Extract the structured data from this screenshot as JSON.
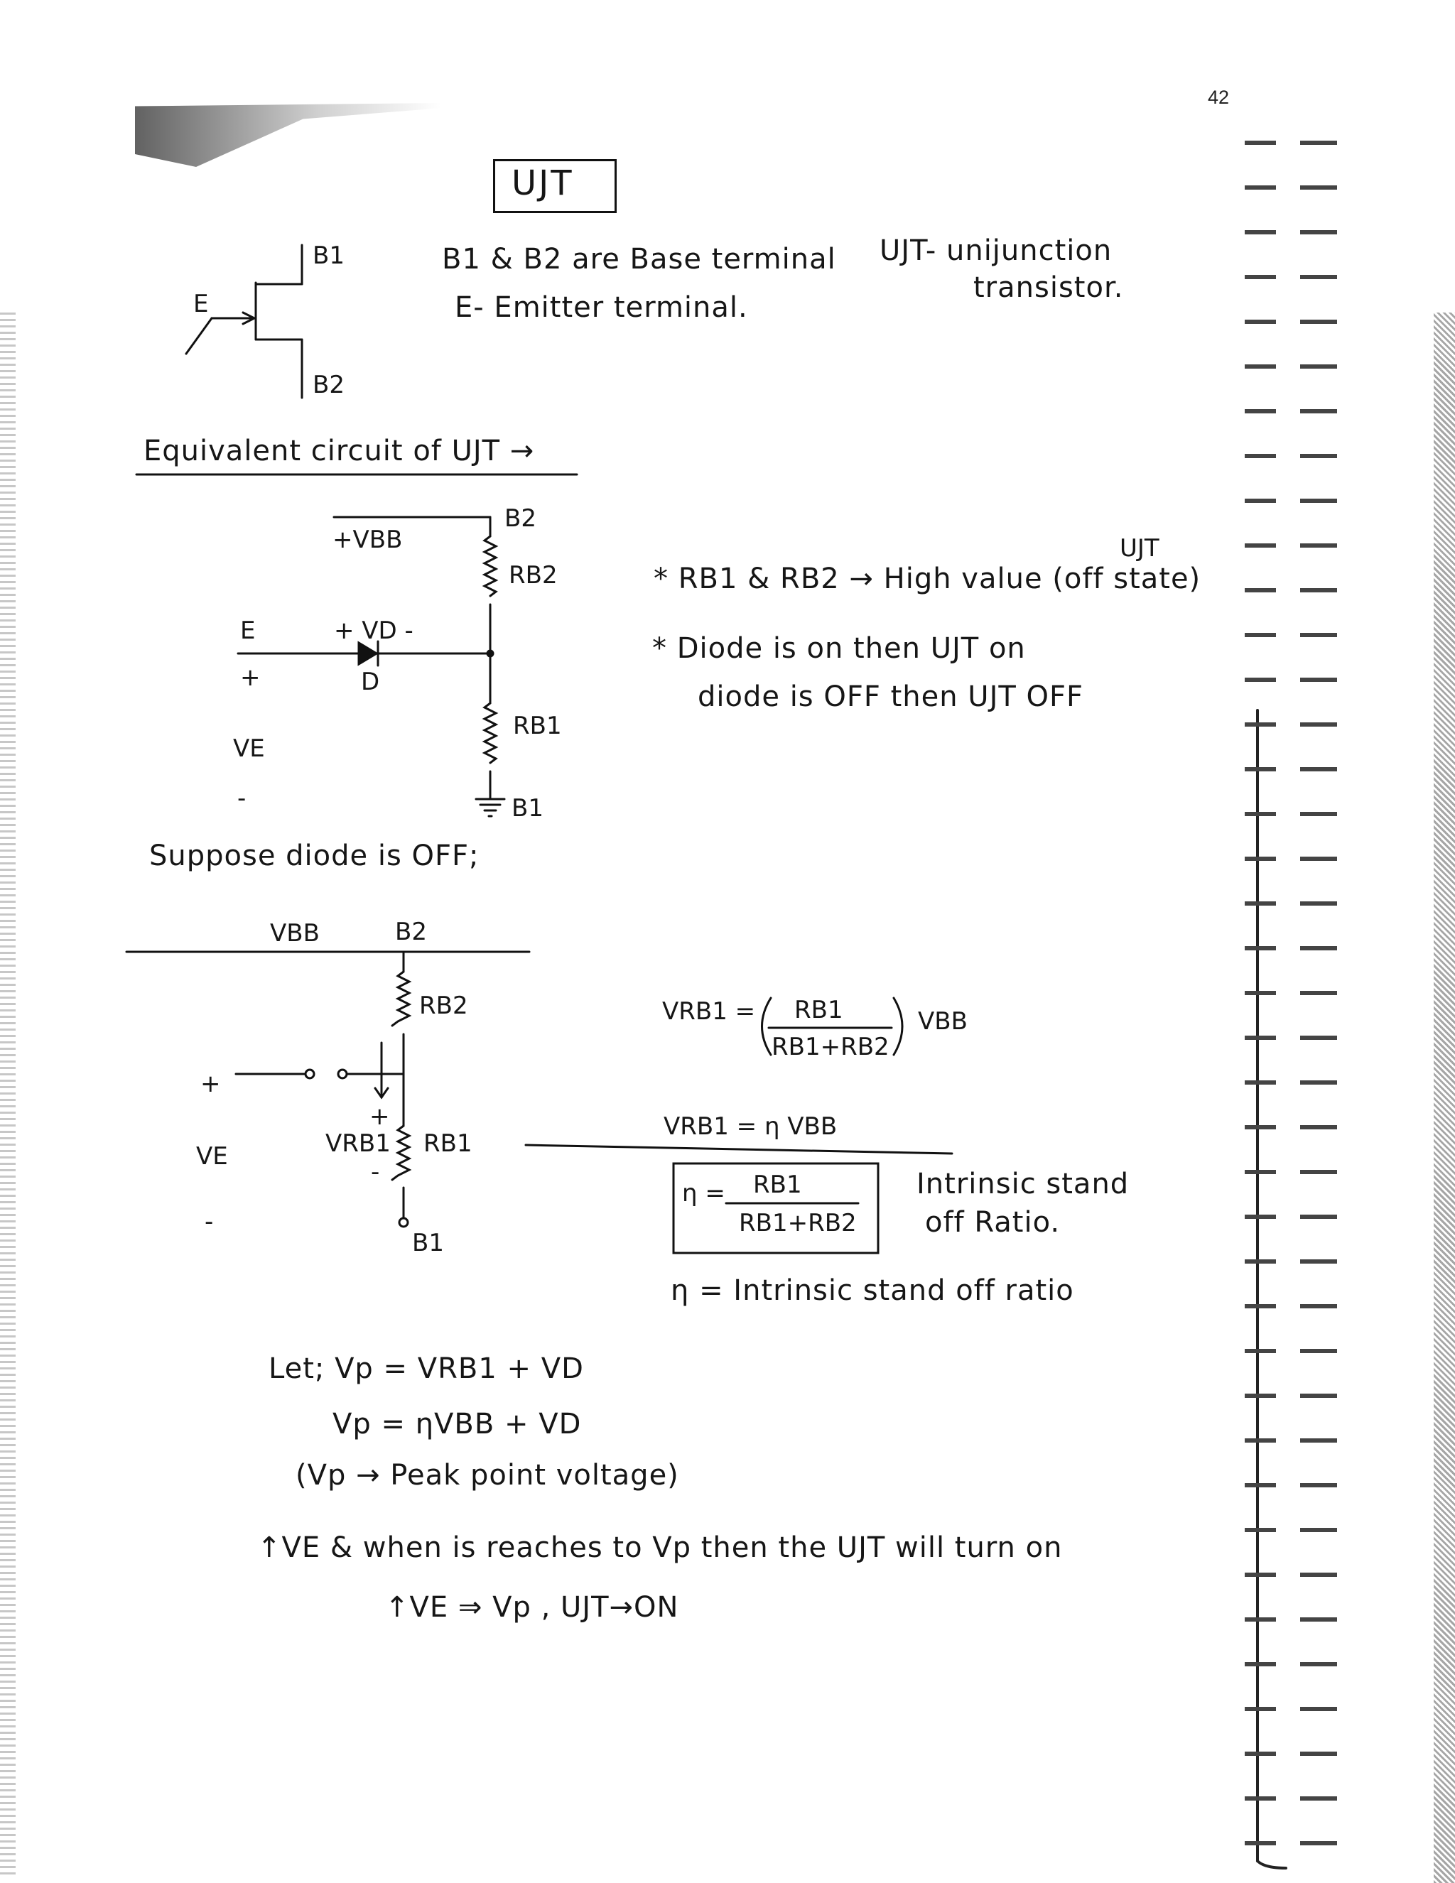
{
  "page_number": "42",
  "title": "UJT",
  "symbol": {
    "b1": "B1",
    "b2": "B2",
    "e": "E"
  },
  "intro": {
    "line1": "B1 & B2 are Base terminal",
    "line2": "E- Emitter terminal.",
    "def_line1": "UJT- unijunction",
    "def_line2": "transistor."
  },
  "heading_equivalent": "Equivalent circuit of UJT →",
  "circuit1": {
    "vbb": "+VBB",
    "b2": "B2",
    "rb2": "RB2",
    "e": "E",
    "vd": "+ VD -",
    "plus": "+",
    "d": "D",
    "rb1": "RB1",
    "ve": "VE",
    "minus": "-",
    "b1": "B1"
  },
  "notes": {
    "ujt": "UJT",
    "note1": "* RB1 & RB2 → High value (off state)",
    "note2": "* Diode is on then UJT on",
    "note3": "diode is OFF then UJT OFF"
  },
  "heading_off": "Suppose diode is OFF;",
  "circuit2": {
    "vbb": "VBB",
    "b2": "B2",
    "rb2": "RB2",
    "plus_left": "+",
    "plus_mid": "+",
    "vrb1": "VRB1",
    "rb1": "RB1",
    "minus_mid": "-",
    "ve": "VE",
    "minus_left": "-",
    "b1": "B1"
  },
  "formulas": {
    "vrb1_lhs": "VRB1 =",
    "frac_num": "RB1",
    "frac_den": "RB1+RB2",
    "vbb": "VBB",
    "eq2": "VRB1 = η VBB",
    "eta": "η =",
    "box_num": "RB1",
    "box_den": "RB1+RB2",
    "isr_line1": "Intrinsic stand",
    "isr_line2": "off Ratio.",
    "eta_def": "η = Intrinsic stand off ratio"
  },
  "bottom": {
    "let": "Let; Vp = VRB1 + VD",
    "vp": "Vp = ηVBB + VD",
    "peak": "(Vp → Peak point voltage)",
    "increase": "↑VE & when is reaches to Vp then the UJT will turn on",
    "result": "↑VE ⇒ Vp , UJT→ON"
  }
}
